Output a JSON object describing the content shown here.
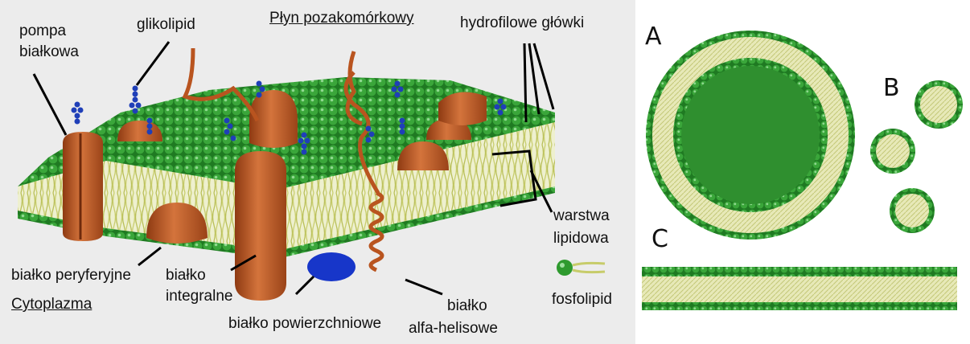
{
  "diagram": {
    "extracellular_label": "Płyn pozakomórkowy",
    "cytoplasm_label": "Cytoplazma",
    "labels": {
      "pump_line1": "pompa",
      "pump_line2": "białkowa",
      "glycolipid": "glikolipid",
      "hydrophilic_heads": "hydrofilowe główki",
      "lipid_layer_line1": "warstwa",
      "lipid_layer_line2": "lipidowa",
      "phospholipid": "fosfolipid",
      "peripheral_protein": "białko peryferyjne",
      "integral_line1": "białko",
      "integral_line2": "integralne",
      "surface_protein": "białko powierzchniowe",
      "alpha_line1": "białko",
      "alpha_line2": "alfa-helisowe"
    },
    "colors": {
      "lipid_head": "#2e9a2e",
      "lipid_tail": "#d7dc8a",
      "protein": "#c8602a",
      "glyco": "#1f3fb8",
      "surface_protein": "#1736c9"
    }
  },
  "vesicles": {
    "A": "A",
    "B": "B",
    "C": "C"
  }
}
